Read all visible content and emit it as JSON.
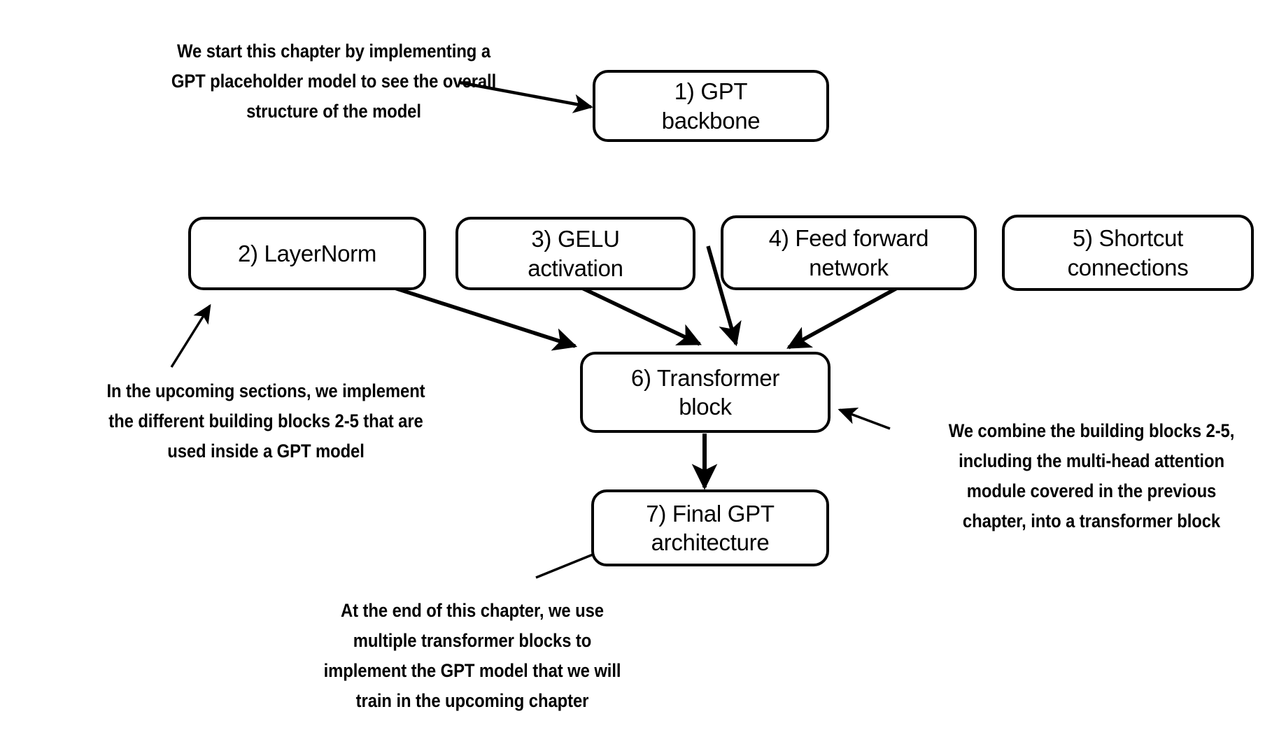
{
  "diagram": {
    "title": "Chapter overview: implementing a GPT model",
    "background_color": "#ffffff",
    "stroke_color": "#000000",
    "nodes": [
      {
        "id": "gpt-backbone",
        "label_line1": "1) GPT",
        "label_line2": "backbone"
      },
      {
        "id": "layernorm",
        "label_line1": "2) LayerNorm",
        "label_line2": ""
      },
      {
        "id": "gelu-activation",
        "label_line1": "3) GELU",
        "label_line2": "activation"
      },
      {
        "id": "feed-forward",
        "label_line1": "4) Feed forward",
        "label_line2": "network"
      },
      {
        "id": "shortcut",
        "label_line1": "5) Shortcut",
        "label_line2": "connections"
      },
      {
        "id": "transformer-block",
        "label_line1": "6) Transformer",
        "label_line2": "block"
      },
      {
        "id": "final-gpt",
        "label_line1": "7) Final GPT",
        "label_line2": "architecture"
      }
    ],
    "notes": {
      "intro": {
        "lines": [
          "We start this chapter by implementing a",
          "GPT placeholder model to see the overall",
          "structure of the model"
        ]
      },
      "building_blocks": {
        "lines": [
          "In the upcoming sections, we implement",
          "the different building blocks 2-5 that are",
          "used inside a GPT model"
        ]
      },
      "combine": {
        "lines": [
          "We combine the building blocks 2-5,",
          "including the multi-head attention",
          "module covered in the previous",
          "chapter, into a transformer block"
        ]
      },
      "ending": {
        "lines": [
          "At the end of this chapter, we use",
          "multiple transformer blocks to",
          "implement the GPT model that we will",
          "train in the upcoming chapter"
        ]
      }
    }
  }
}
